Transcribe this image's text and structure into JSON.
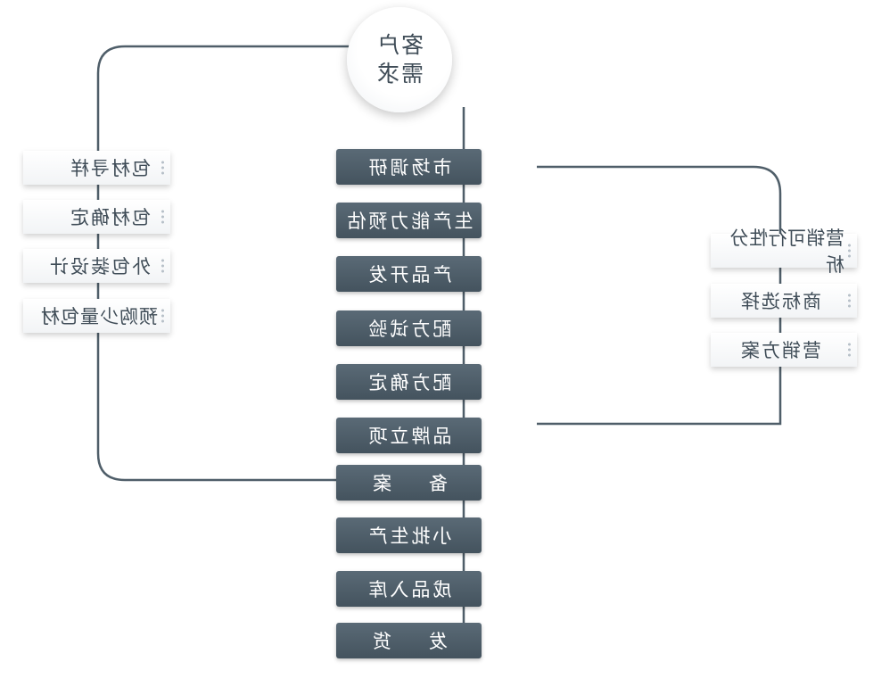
{
  "root": {
    "label_line1": "客户",
    "label_line2": "需求"
  },
  "steps": [
    {
      "label": "市场调研"
    },
    {
      "label": "生产能力预估"
    },
    {
      "label": "产品开发"
    },
    {
      "label": "配方试验"
    },
    {
      "label": "配方确定"
    },
    {
      "label": "品牌立项"
    },
    {
      "label": "备    案"
    },
    {
      "label": "小批生产"
    },
    {
      "label": "成品入库"
    },
    {
      "label": "发    货"
    }
  ],
  "packaging_branch": [
    {
      "label": "包材寻样"
    },
    {
      "label": "包材确定"
    },
    {
      "label": "外包装设计"
    },
    {
      "label": "预购少量包材"
    }
  ],
  "marketing_branch": [
    {
      "label": "营销可行性分析"
    },
    {
      "label": "商标选择"
    },
    {
      "label": "营销方案"
    }
  ],
  "colors": {
    "line": "#4f5e69",
    "step_fill": "#4d5c67",
    "text": "#3f4c57"
  }
}
